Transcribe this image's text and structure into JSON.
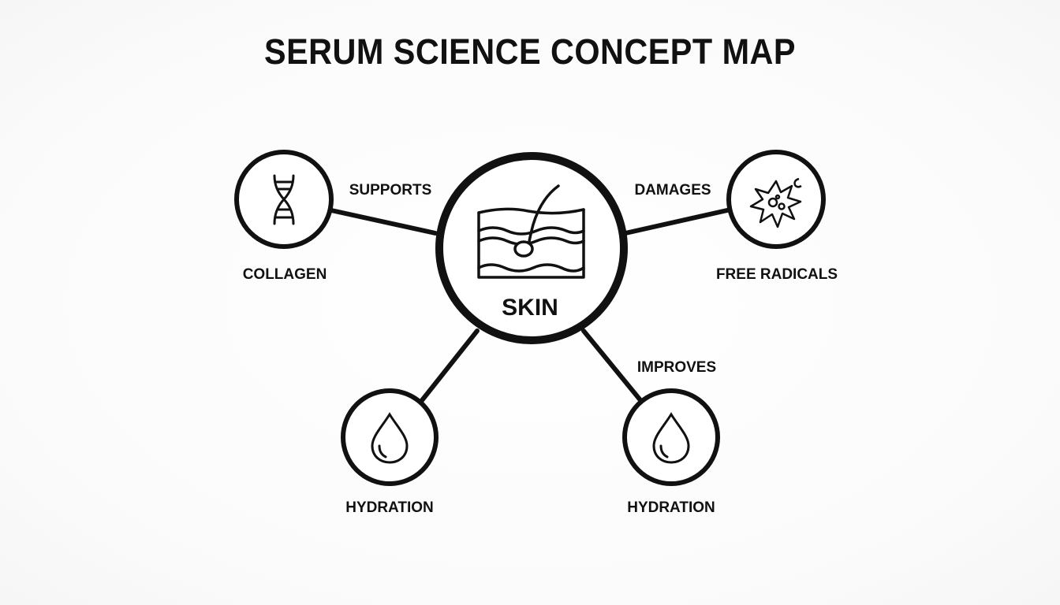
{
  "title": "SERUM SCIENCE CONCEPT MAP",
  "center_node": {
    "label": "SKIN",
    "icon": "skin-cross-section-icon"
  },
  "nodes": [
    {
      "id": "collagen",
      "label": "COLLAGEN",
      "icon": "dna-icon"
    },
    {
      "id": "free-radicals",
      "label": "FREE RADICALS",
      "icon": "free-radical-burst-icon"
    },
    {
      "id": "hydration-left",
      "label": "HYDRATION",
      "icon": "water-drop-icon"
    },
    {
      "id": "hydration-right",
      "label": "HYDRATION",
      "icon": "water-drop-icon"
    }
  ],
  "relations": {
    "collagen": "SUPPORTS",
    "free_radicals": "DAMAGES",
    "hydration_right": "IMPROVES"
  },
  "colors": {
    "stroke": "#111111",
    "background": "#ffffff"
  }
}
